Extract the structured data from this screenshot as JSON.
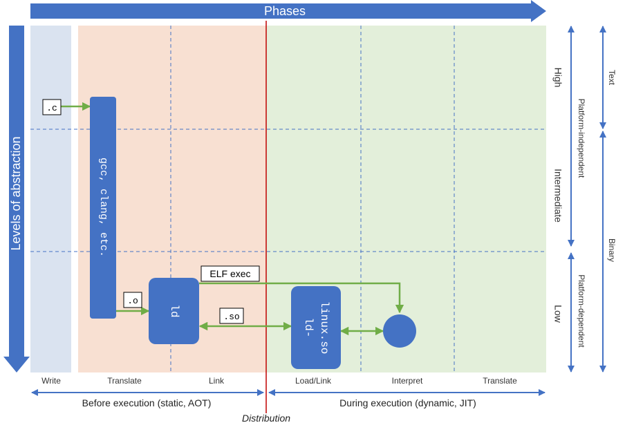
{
  "title": "Phases",
  "y_axis_label": "Levels of abstraction",
  "levels": [
    "High",
    "Intermediate",
    "Low"
  ],
  "platform_labels": [
    "Platform-independent",
    "Platform-dependent"
  ],
  "representation_labels": [
    "Text",
    "Binary"
  ],
  "phases": [
    "Write",
    "Translate",
    "Link",
    "Load/Link",
    "Interpret",
    "Translate"
  ],
  "period_labels": [
    "Before execution (static, AOT)",
    "During execution (dynamic, JIT)"
  ],
  "distribution_label": "Distribution",
  "nodes": {
    "compiler": "gcc, clang, etc.",
    "linker": "ld",
    "loader_line1": "ld-",
    "loader_line2": "linux.so"
  },
  "file_labels": {
    "source": ".c",
    "object": ".o",
    "executable": "ELF exec",
    "shared": ".so"
  },
  "colors": {
    "blue": "#4472c4",
    "write_bg": "#dae3f0",
    "static_bg": "#f8e0d2",
    "dynamic_bg": "#e3efda",
    "arrow_green": "#70ad47",
    "distribution_line": "#c00000"
  }
}
